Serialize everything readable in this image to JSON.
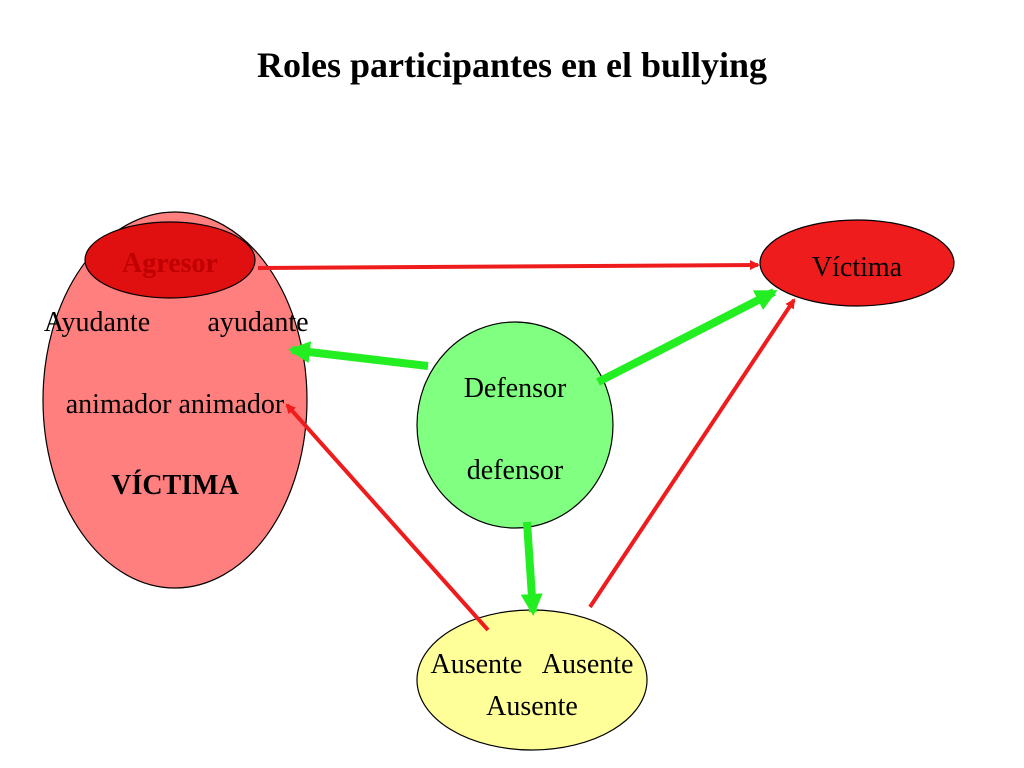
{
  "title": "Roles participantes en el bullying",
  "nodes": {
    "group": {
      "agresor": "Agresor",
      "ayudante_1": "Ayudante",
      "ayudante_2": "ayudante",
      "animador": "animador animador",
      "victima": "VÍCTIMA"
    },
    "victima": {
      "label": "Víctima"
    },
    "defensor": {
      "line1": "Defensor",
      "line2": "defensor"
    },
    "ausente": {
      "line1": "Ausente   Ausente",
      "line2": "Ausente"
    }
  },
  "colors": {
    "group_fill": "#ff7f7f",
    "agresor_fill": "#e01010",
    "agresor_text": "#c00000",
    "victima_fill": "#ee1c1c",
    "defensor_fill": "#80ff80",
    "ausente_fill": "#ffff99",
    "arrow_red": "#ee1c1c",
    "arrow_green": "#22ee22"
  }
}
